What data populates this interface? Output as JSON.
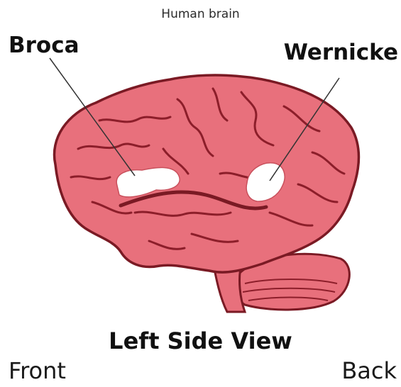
{
  "title": "Human brain",
  "labels": {
    "broca": "Broca",
    "wernicke": "Wernicke"
  },
  "view_label": "Left Side View",
  "orientation": {
    "front": "Front",
    "back": "Back"
  },
  "colors": {
    "brain_fill": "#e8707c",
    "brain_outline": "#7a1a24",
    "sulci": "#8c1e2a",
    "region_highlight": "#ffffff"
  }
}
